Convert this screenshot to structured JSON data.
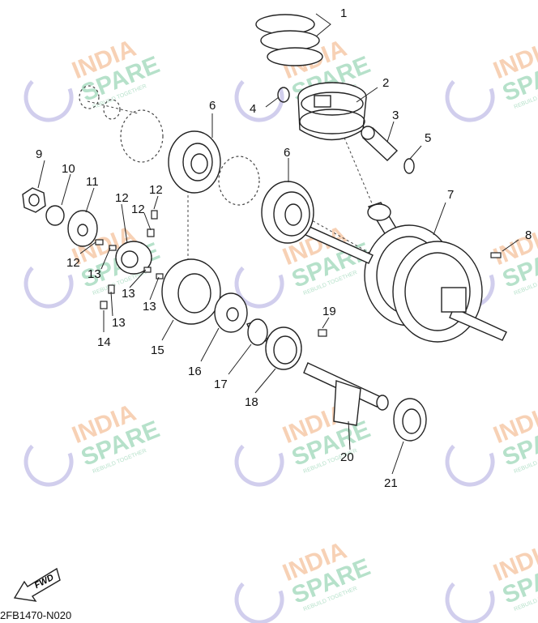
{
  "diagram": {
    "code": "2FB1470-N020",
    "fwd_label": "FWD",
    "callouts": [
      "1",
      "2",
      "3",
      "4",
      "5",
      "6",
      "6",
      "7",
      "8",
      "9",
      "10",
      "11",
      "12",
      "12",
      "12",
      "12",
      "13",
      "13",
      "13",
      "13",
      "14",
      "15",
      "16",
      "17",
      "18",
      "19",
      "20",
      "21"
    ]
  },
  "watermark": {
    "line1": "INDIA",
    "line2": "SPARE",
    "tagline": "REBUILD TOGETHER",
    "colors": {
      "india": "#f6c9a8",
      "spare": "#a9dcc1",
      "icon": "#c9c6ea"
    }
  },
  "colors": {
    "line": "#222222",
    "fill": "#ffffff",
    "shade": "#888888"
  }
}
